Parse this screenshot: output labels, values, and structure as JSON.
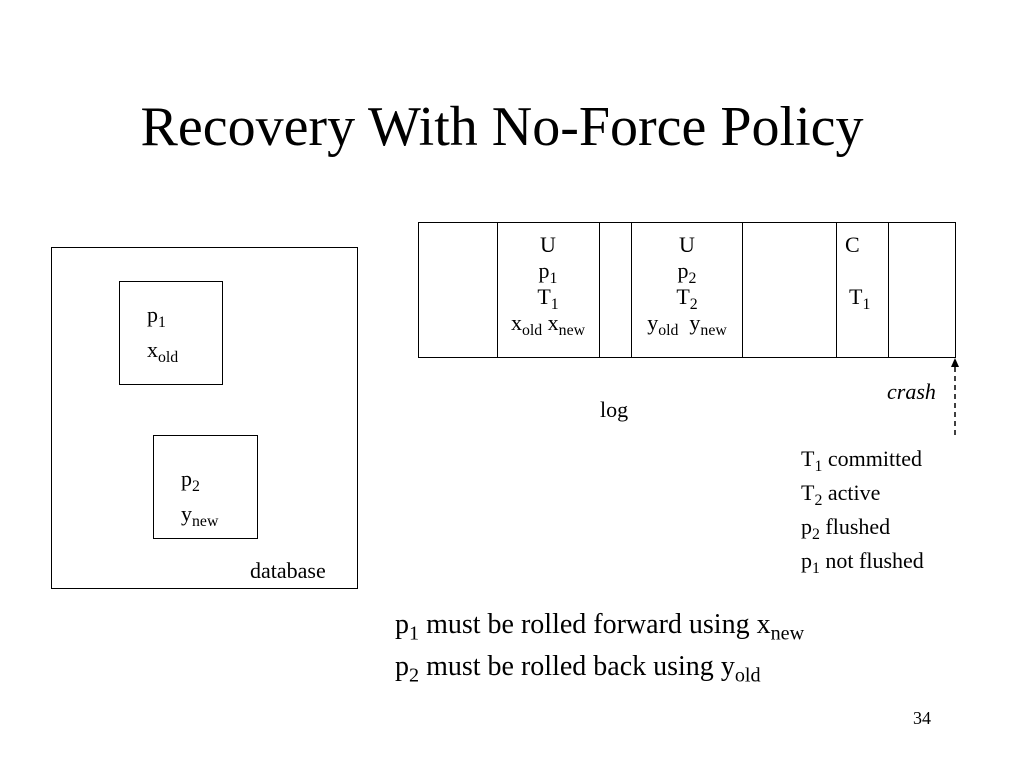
{
  "slide": {
    "title": "Recovery With No-Force Policy",
    "page_number": "34"
  },
  "database": {
    "label": "database",
    "page1": {
      "page": "p",
      "page_sub": "1",
      "value": "x",
      "value_sub": "old"
    },
    "page2": {
      "page": "p",
      "page_sub": "2",
      "value": "y",
      "value_sub": "new"
    }
  },
  "log": {
    "label": "log",
    "crash_label": "crash",
    "records": [
      {
        "type": "U",
        "page": "p",
        "page_sub": "1",
        "txn": "T",
        "txn_sub": "1",
        "old": "x",
        "old_sub": "old",
        "new": "x",
        "new_sub": "new"
      },
      {
        "type": "U",
        "page": "p",
        "page_sub": "2",
        "txn": "T",
        "txn_sub": "2",
        "old": "y",
        "old_sub": "old",
        "new": "y",
        "new_sub": "new"
      },
      {
        "type": "C",
        "txn": "T",
        "txn_sub": "1"
      }
    ]
  },
  "state_notes": [
    {
      "sym": "T",
      "sub": "1",
      "text": " committed"
    },
    {
      "sym": "T",
      "sub": "2",
      "text": " active"
    },
    {
      "sym": "p",
      "sub": "2",
      "text": " flushed"
    },
    {
      "sym": "p",
      "sub": "1",
      "text": " not flushed"
    }
  ],
  "conclusions": [
    {
      "sym": "p",
      "sub": "1",
      "text": " must be rolled forward using ",
      "var": "x",
      "var_sub": "new"
    },
    {
      "sym": "p",
      "sub": "2",
      "text": " must be rolled back using ",
      "var": "y",
      "var_sub": "old"
    }
  ]
}
